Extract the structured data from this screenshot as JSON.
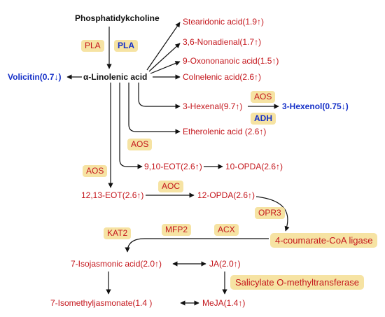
{
  "colors": {
    "compound": "#c4161c",
    "decreased": "#1530c8",
    "enzyme_box": "#f6e3a3",
    "arrow": "#111111"
  },
  "compounds": {
    "phosphatidylcholine": "Phosphatidykcholine",
    "linolenic": "α-Linolenic acid",
    "volicitin": "Volicitin(0.7↓)",
    "stearidonic": "Stearidonic acid(1.9↑)",
    "nonadienal": "3,6-Nonadienal(1.7↑)",
    "oxononanoic": "9-Oxononanoic acid(1.5↑)",
    "colnelenic": "Colnelenic acid(2.6↑)",
    "hexenal": "3-Hexenal(9.7↑)",
    "hexenol": "3-Hexenol(0.75↓)",
    "etherolenic": "Etherolenic acid (2.6↑)",
    "eot910": "9,10-EOT(2.6↑)",
    "opda10": "10-OPDA(2.6↑)",
    "eot1213": "12,13-EOT(2.6↑)",
    "opda12": "12-OPDA(2.6↑)",
    "isojasmonic": "7-Isojasmonic acid(2.0↑)",
    "ja": "JA(2.0↑)",
    "isomethyljasmonate": "7-Isomethyljasmonate(1.4 )",
    "meja": "MeJA(1.4↑)"
  },
  "enzymes": {
    "pla_1": "PLA",
    "pla_2": "PLA",
    "aos_hexenal": "AOS",
    "adh": "ADH",
    "aos_eot910": "AOS",
    "aos_eot1213": "AOS",
    "aoc": "AOC",
    "opr3": "OPR3",
    "coa_ligase": "4-coumarate-CoA ligase",
    "acx": "ACX",
    "mfp2": "MFP2",
    "kat2": "KAT2",
    "salicylate_mt": "Salicylate O-methyltransferase"
  }
}
